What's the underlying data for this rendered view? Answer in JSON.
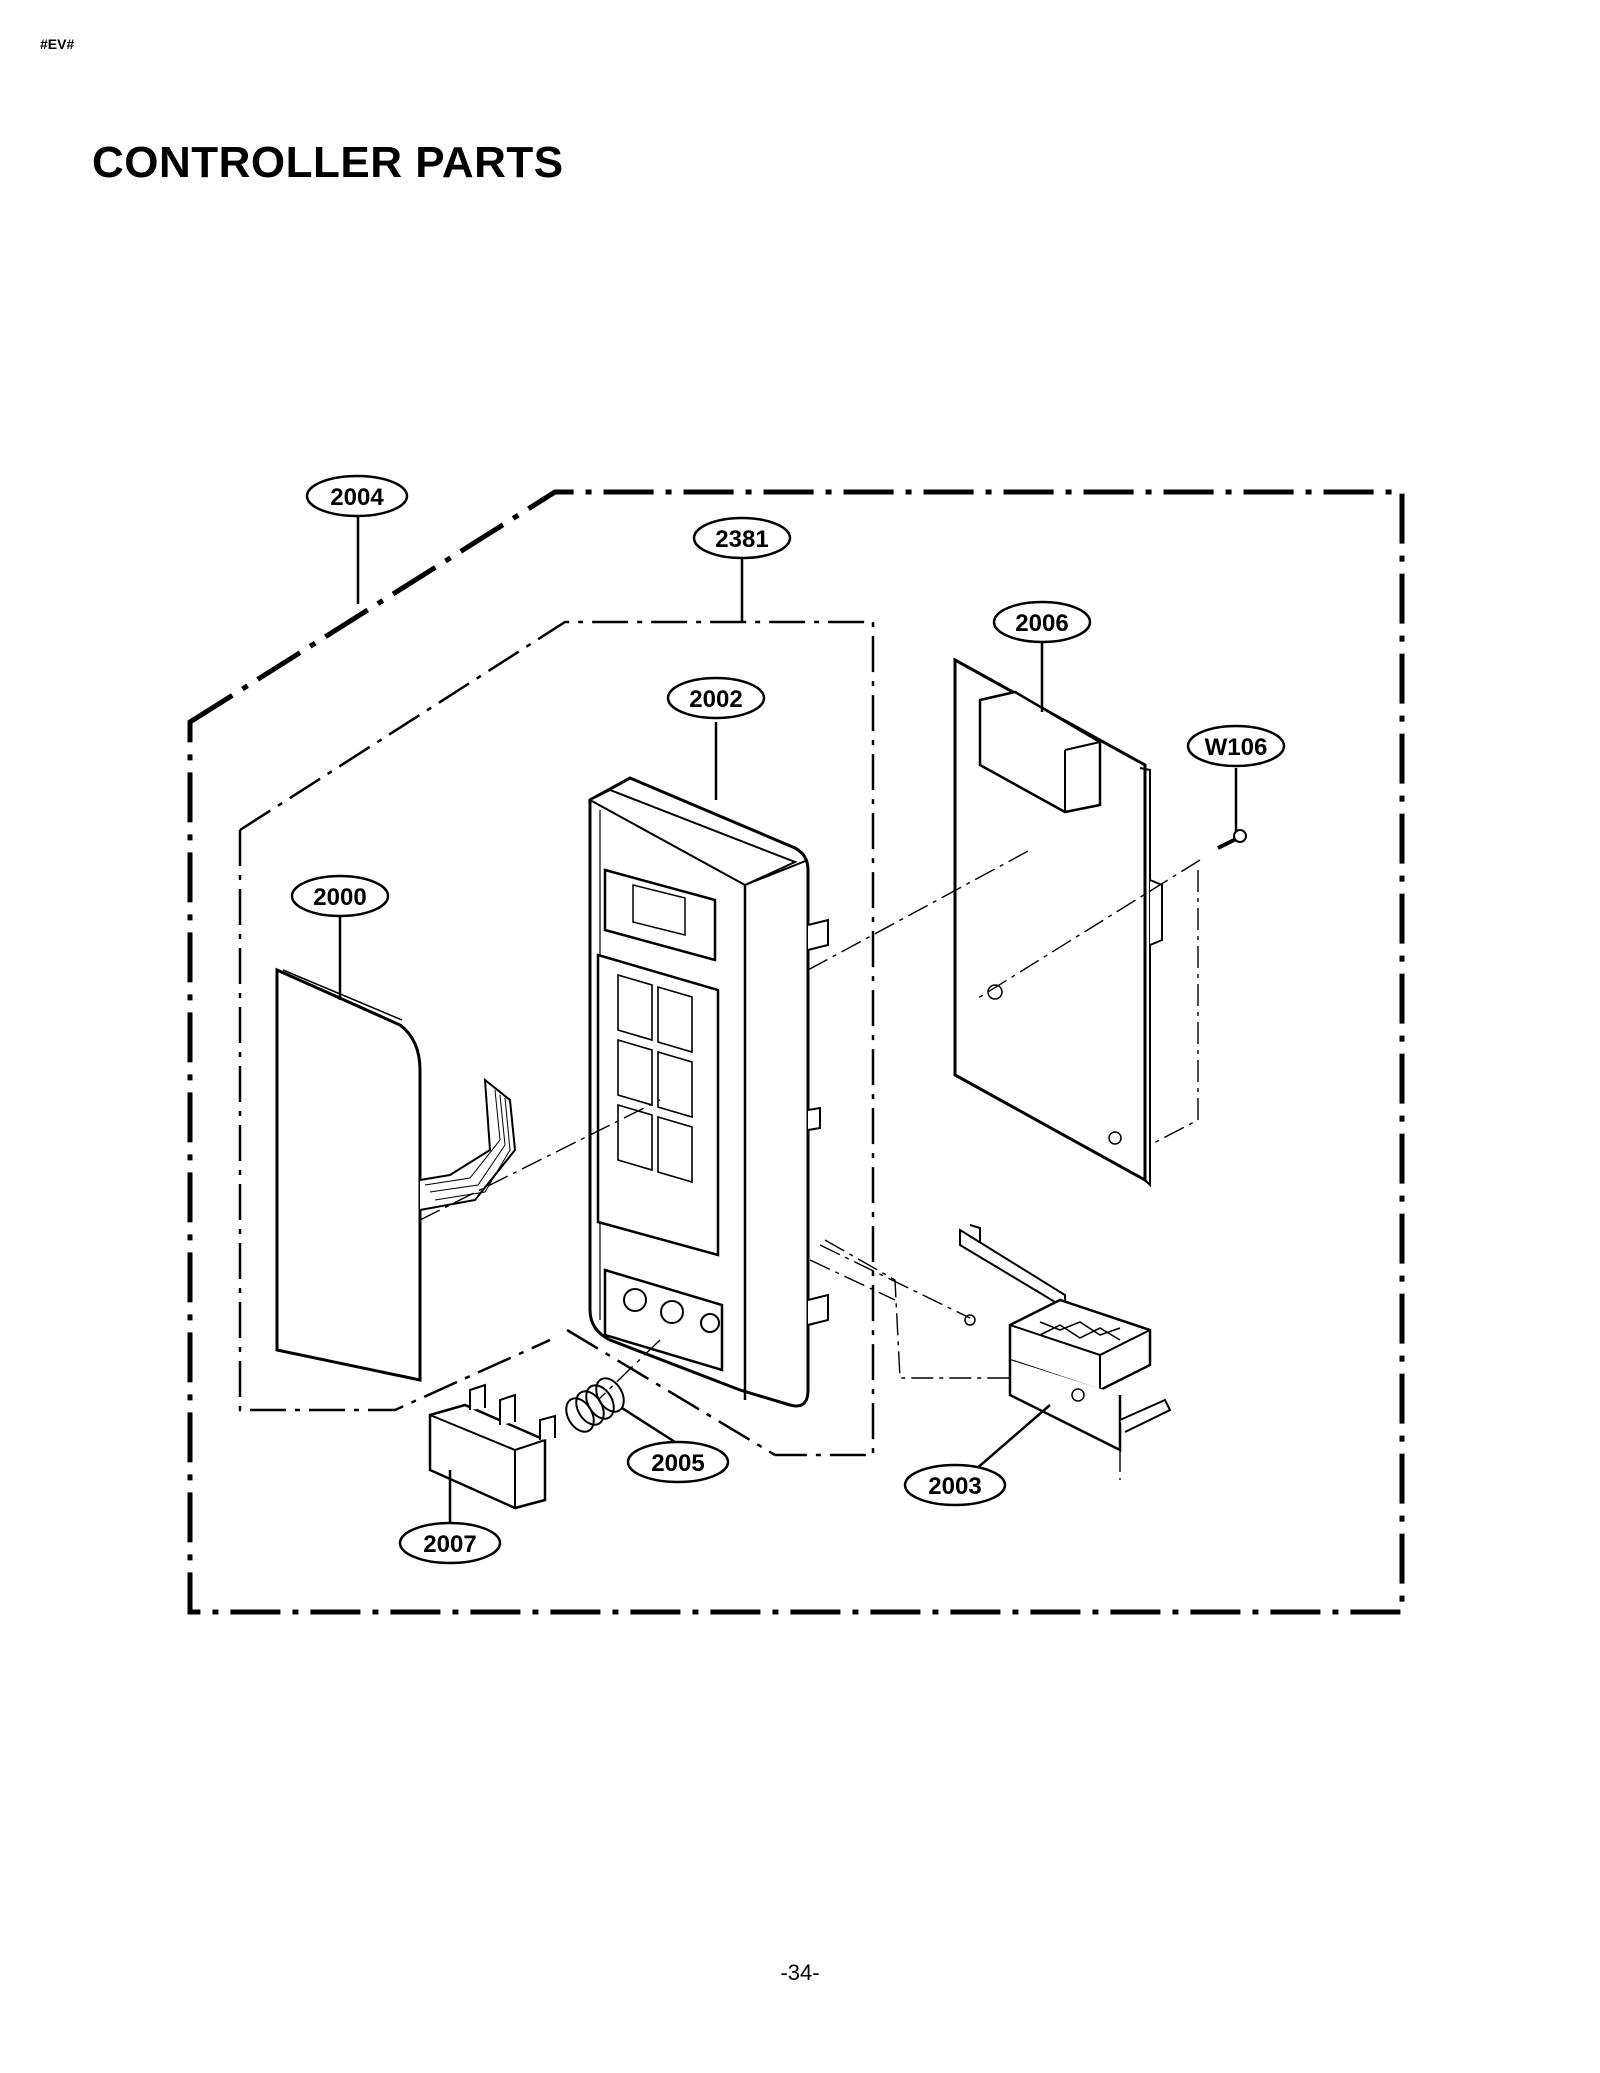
{
  "header": {
    "tag": "#EV#"
  },
  "page": {
    "title": "CONTROLLER PARTS",
    "page_number": "-34-"
  },
  "callouts": {
    "c2004": "2004",
    "c2381": "2381",
    "c2006": "2006",
    "c2002": "2002",
    "cW106": "W106",
    "c2000": "2000",
    "c2005": "2005",
    "c2003": "2003",
    "c2007": "2007"
  }
}
